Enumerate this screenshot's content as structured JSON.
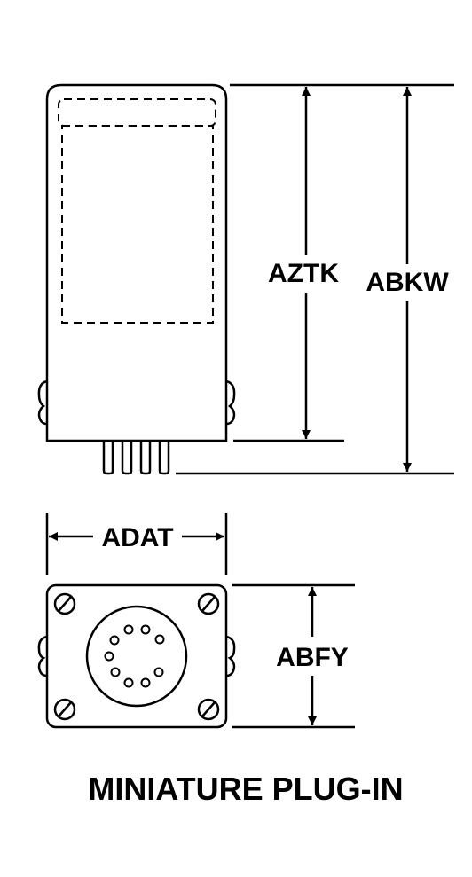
{
  "dimensions": {
    "aztk": "AZTK",
    "abkw": "ABKW",
    "adat": "ADAT",
    "abfy": "ABFY"
  },
  "caption": "MINIATURE PLUG-IN"
}
